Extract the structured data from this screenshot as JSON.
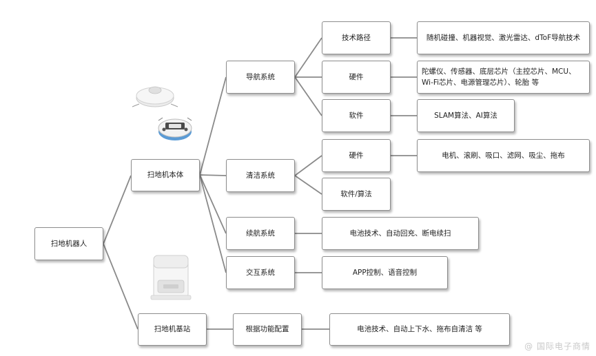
{
  "root": "扫地机器人",
  "body": "扫地机本体",
  "station": "扫地机基站",
  "nav": {
    "label": "导航系统",
    "tech_path": "技术路径",
    "tech_path_desc": "随机碰撞、机器视觉、激光雷达、dToF导航技术",
    "hardware": "硬件",
    "hardware_desc": "陀螺仪、传感器、底层芯片（主控芯片、MCU、Wi-Fi芯片、电源管理芯片）、轮胎 等",
    "software": "软件",
    "software_desc": "SLAM算法、AI算法"
  },
  "clean": {
    "label": "清洁系统",
    "hardware": "硬件",
    "hardware_desc": "电机、滚刷、吸口、滤网、吸尘、拖布",
    "software": "软件/算法"
  },
  "endurance": {
    "label": "续航系统",
    "desc": "电池技术、自动回充、断电续扫"
  },
  "interaction": {
    "label": "交互系统",
    "desc": "APP控制、语音控制"
  },
  "config": {
    "label": "根据功能配置",
    "desc": "电池技术、自动上下水、拖布自清洁 等"
  },
  "watermark": "@ 国际电子商情"
}
